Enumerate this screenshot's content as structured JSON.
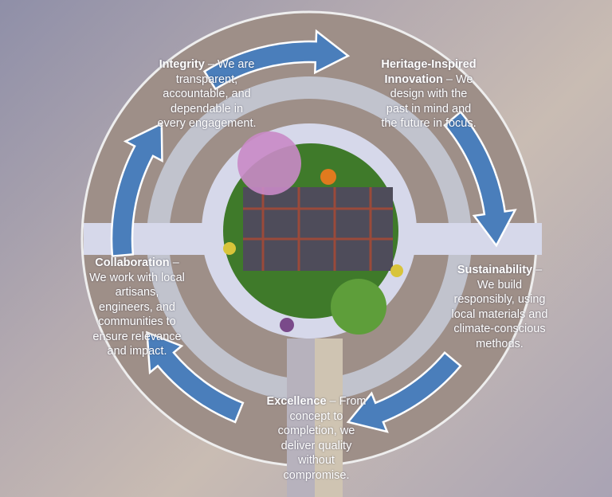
{
  "values": [
    {
      "title": "Integrity",
      "body": " – We are\ntransparent,\naccountable, and\ndependable in\nevery engagement."
    },
    {
      "title": "Heritage-Inspired\nInnovation",
      "body": " – We\ndesign with the\npast in mind and\nthe future in focus."
    },
    {
      "title": "Sustainability",
      "body": " –\nWe build\nresponsibly, using\nlocal materials and\nclimate-conscious\nmethods."
    },
    {
      "title": "Excellence",
      "body": " – From\nconcept to\ncompletion, we\ndeliver quality\nwithout\ncompromise."
    },
    {
      "title": "Collaboration",
      "body": " –\nWe work with local\nartisans,\nengineers, and\ncommunities to\nensure relevance\nand impact."
    }
  ],
  "colors": {
    "arrow": "#4a7ebb",
    "arrow_outline": "#ffffff",
    "lawn": "#3f7a2a",
    "plaza": "#d6d8ea"
  }
}
